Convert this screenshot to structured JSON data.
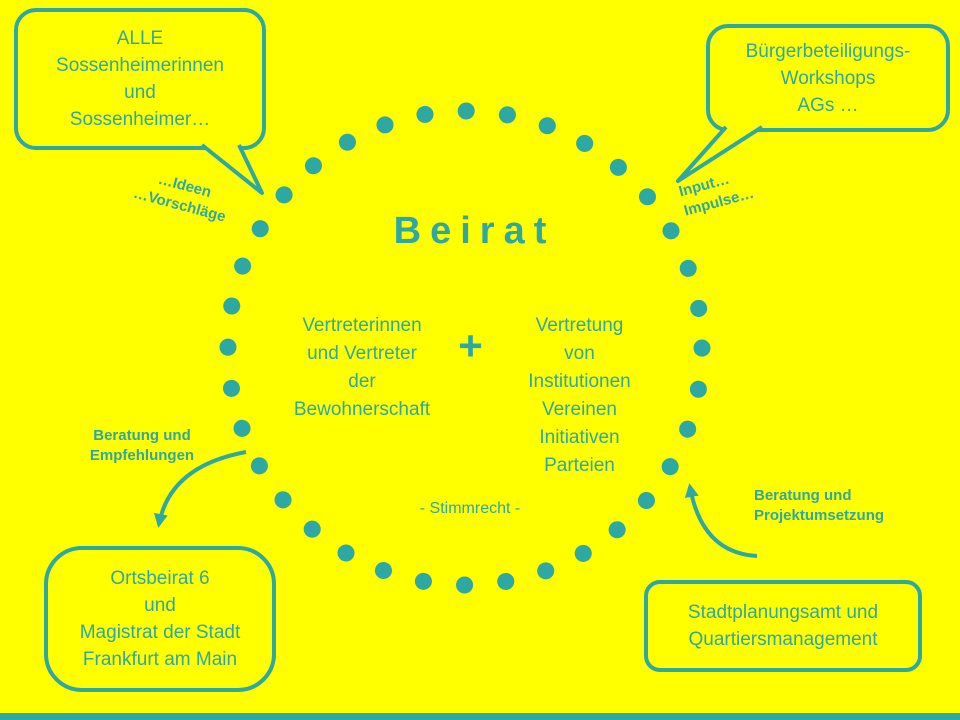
{
  "colors": {
    "background": "#FFFF00",
    "accent": "#2EA8A2"
  },
  "bubbles": {
    "top_left": "ALLE\nSossenheimerinnen\nund\nSossenheimer…",
    "top_right": "Bürgerbeteiligungs-\nWorkshops\nAGs …",
    "bottom_left": "Ortsbeirat 6\nund\nMagistrat der Stadt\nFrankfurt am Main",
    "bottom_right": "Stadtplanungsamt und\nQuartiersmanagement"
  },
  "flow_labels": {
    "ideas": "…Ideen\n…Vorschläge",
    "input": "Input…\nImpulse…",
    "advice_left": "Beratung und\nEmpfehlungen",
    "advice_right": "Beratung und\nProjektumsetzung"
  },
  "circle": {
    "title": "Beirat",
    "members_left": "Vertreterinnen\nund Vertreter\nder\nBewohnerschaft",
    "plus": "+",
    "members_right": "Vertretung\nvon\nInstitutionen\nVereinen\nInitiativen\nParteien",
    "voting_note": "- Stimmrecht -"
  }
}
